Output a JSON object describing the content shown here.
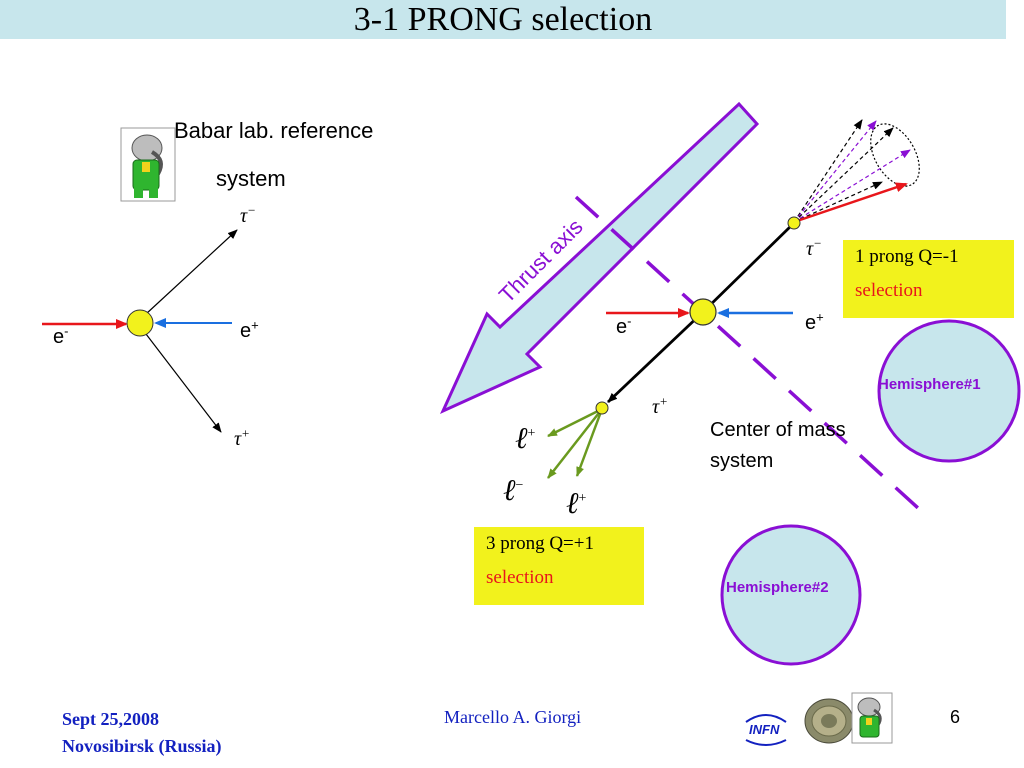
{
  "slide": {
    "title": "3-1 PRONG selection",
    "colors": {
      "title_bar": "#c7e6ec",
      "hemisphere_fill": "#c7e6ec",
      "hemisphere_stroke": "#8a0fd4",
      "electron_arrow": "#e8161b",
      "positron_arrow": "#1a6fe0",
      "callout_box": "#f2f21c",
      "footer_text": "#1321c0"
    }
  },
  "lab_frame": {
    "title_line1": "Babar lab. reference",
    "title_line2": "system",
    "tau_minus": {
      "symbol": "τ",
      "charge": "−"
    },
    "tau_plus": {
      "symbol": "τ",
      "charge": "+"
    },
    "electron": {
      "base": "e",
      "charge": "-"
    },
    "positron": {
      "base": "e",
      "charge": "+"
    }
  },
  "cm_frame": {
    "thrust_axis_label": "Thrust axis",
    "tau_minus": {
      "symbol": "τ",
      "charge": "−"
    },
    "tau_plus": {
      "symbol": "τ",
      "charge": "+"
    },
    "electron": {
      "base": "e",
      "charge": "-"
    },
    "positron": {
      "base": "e",
      "charge": "+"
    },
    "system_label_line1": "Center of mass",
    "system_label_line2": "system",
    "leptons": [
      {
        "symbol": "ℓ",
        "charge": "+"
      },
      {
        "symbol": "ℓ",
        "charge": "−"
      },
      {
        "symbol": "ℓ",
        "charge": "+"
      }
    ],
    "one_prong_box": {
      "line1": "1 prong Q=-1",
      "line2": "selection"
    },
    "three_prong_box": {
      "line1": "3 prong Q=+1",
      "line2": "selection"
    },
    "hemisphere1": "Hemisphere#1",
    "hemisphere2": "Hemisphere#2"
  },
  "footer": {
    "date": "Sept 25,2008",
    "location": "Novosibirsk (Russia)",
    "author": "Marcello A. Giorgi",
    "page_number": "6",
    "logos": [
      "babar-elephant-logo",
      "infn-logo",
      "university-seal-logo",
      "babar-elephant-logo"
    ]
  }
}
